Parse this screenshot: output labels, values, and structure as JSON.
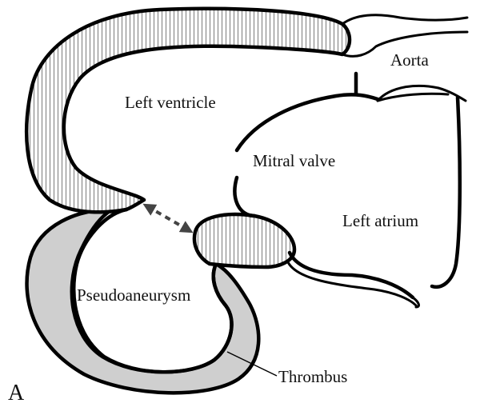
{
  "labels": {
    "aorta": "Aorta",
    "left_ventricle": "Left ventricle",
    "mitral_valve": "Mitral valve",
    "left_atrium": "Left atrium",
    "pseudoaneurysm": "Pseudoaneurysm",
    "thrombus": "Thrombus",
    "panel": "A"
  },
  "colors": {
    "stroke": "#000000",
    "thrombus_fill": "#cfcfcf",
    "hatch": "#8a8a8a",
    "background": "#ffffff"
  }
}
